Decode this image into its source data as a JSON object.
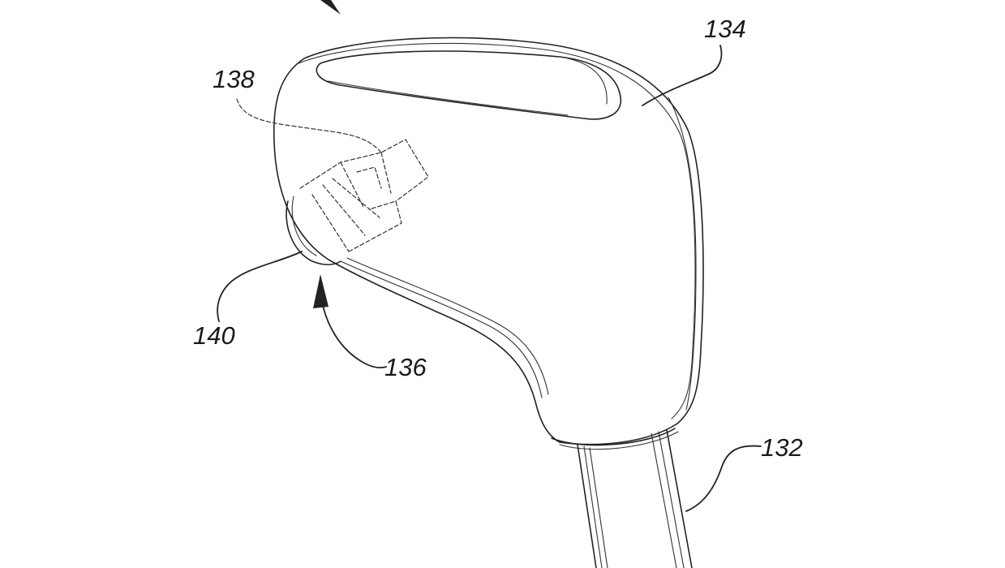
{
  "figure": {
    "labels": {
      "knob": "134",
      "sensor": "138",
      "button": "140",
      "region": "136",
      "shaft": "132"
    }
  }
}
